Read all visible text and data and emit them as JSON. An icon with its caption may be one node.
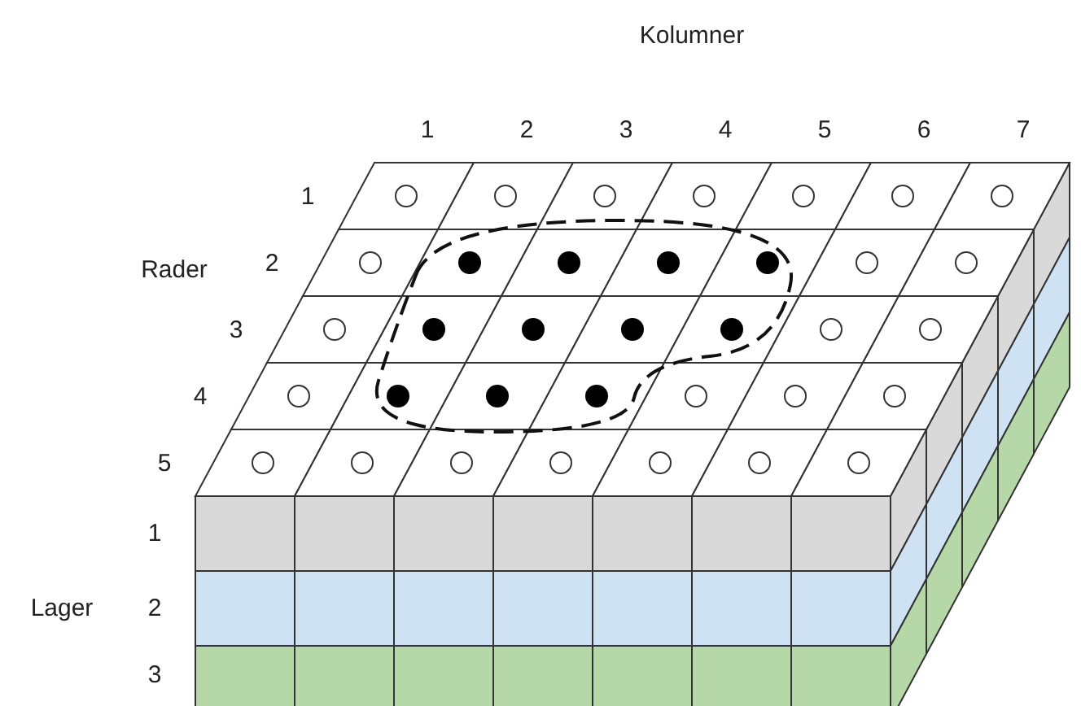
{
  "diagram": {
    "labels": [
      "Kolumner",
      "1",
      "2",
      "3",
      "4",
      "5",
      "6",
      "7",
      "1",
      "Rader",
      "2",
      "3",
      "4",
      "5",
      "1",
      "Lager",
      "2",
      "3"
    ]
  }
}
